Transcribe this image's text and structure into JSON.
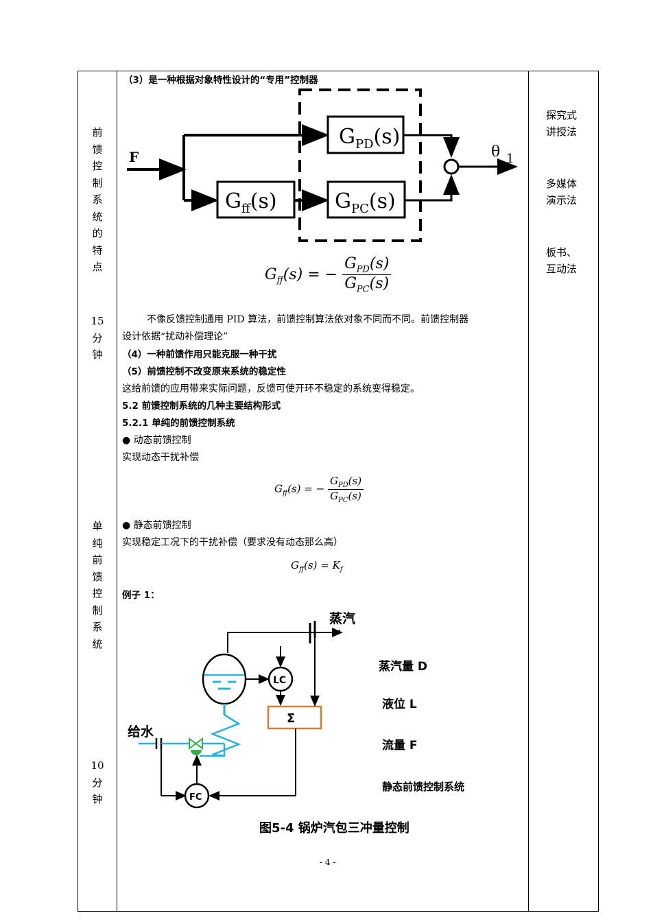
{
  "left_col": {
    "section1": [
      "前",
      "馈",
      "控",
      "制",
      "系",
      "统",
      "的",
      "特",
      "点"
    ],
    "time1": [
      "15",
      "分",
      "钟"
    ],
    "section2": [
      "单",
      "纯",
      "前",
      "馈",
      "控",
      "制",
      "系",
      "统"
    ],
    "time2": [
      "10",
      "分",
      "钟"
    ]
  },
  "right_col": {
    "methods": [
      [
        "探究式",
        "讲授法"
      ],
      [
        "多媒体",
        "演示法"
      ],
      [
        "板书、",
        "互动法"
      ]
    ]
  },
  "content": {
    "heading3": "（3）是一种根据对象特性设计的“专用”控制器",
    "block_diagram": {
      "input": "F",
      "output_main": "θ",
      "output_sub": "1",
      "gpd": {
        "main": "G",
        "sub": "PD",
        "tail": "(s)"
      },
      "gff": {
        "main": "G",
        "sub": "ff",
        "tail": "(s)"
      },
      "gpc": {
        "main": "G",
        "sub": "PC",
        "tail": "(s)"
      }
    },
    "formula1": {
      "lhs": "G",
      "lhs_sub": "ff",
      "lhs_tail": "(s) = −",
      "num": "G",
      "num_sub": "PD",
      "num_tail": "(s)",
      "den": "G",
      "den_sub": "PC",
      "den_tail": "(s)"
    },
    "para1_line1": "不像反馈控制通用 PID 算法，前馈控制算法依对象不同而不同。前馈控制器",
    "para1_line2": "设计依据“扰动补偿理论”",
    "heading4": "（4）一种前馈作用只能克服一种干扰",
    "heading5": "（5）前馈控制不改变原来系统的稳定性",
    "para2": "这给前馈的应用带来实际问题，反馈可使开环不稳定的系统变得稳定。",
    "sec52": "5.2 前馈控制系统的几种主要结构形式",
    "sec521": "5.2.1 单纯的前馈控制系统",
    "bullet1": "●  动态前馈控制",
    "bullet1_desc": "实现动态干扰补偿",
    "formula2": {
      "lhs": "G",
      "lhs_sub": "ff",
      "lhs_tail": "(s) = −",
      "num": "G",
      "num_sub": "PD",
      "num_tail": "(s)",
      "den": "G",
      "den_sub": "PC",
      "den_tail": "(s)"
    },
    "bullet2": "●  静态前馈控制",
    "bullet2_desc": "实现稳定工况下的干扰补偿（要求没有动态那么高）",
    "formula3": {
      "lhs": "G",
      "lhs_sub": "ff",
      "lhs_tail": "(s) = K",
      "rhs_sub": "f"
    },
    "example": "例子 1：",
    "boiler": {
      "steam": "蒸汽",
      "water": "给水",
      "lc": "LC",
      "fc": "FC",
      "sigma": "Σ",
      "legend_d": "蒸汽量  D",
      "legend_l": "液位  L",
      "legend_f": "流量  F",
      "legend_sys": "静态前馈控制系统"
    },
    "figure_caption": "图5-4 锅炉汽包三冲量控制",
    "page_number": "- 4 -"
  },
  "colors": {
    "pipe_blue": "#1fb4e6",
    "sigma_orange": "#e07a2a",
    "valve_green": "#2db34a",
    "black": "#000000"
  }
}
